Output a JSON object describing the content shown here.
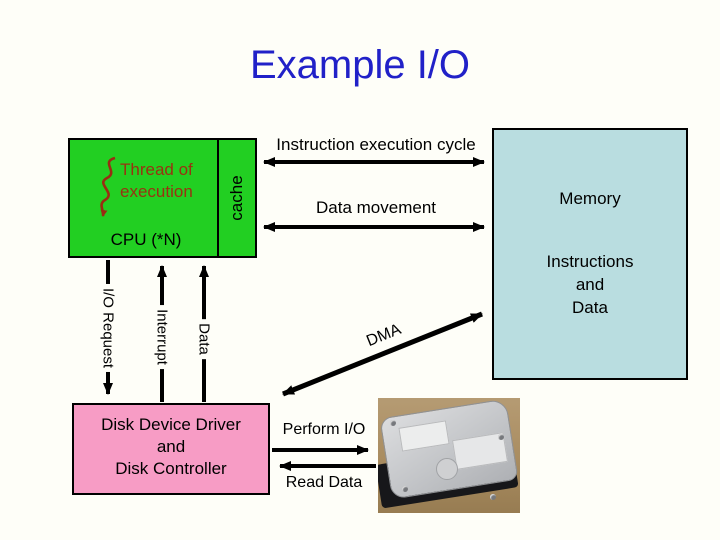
{
  "slide": {
    "title": "Example I/O"
  },
  "colors": {
    "slide_bg": "#FEFEF8",
    "title_blue": "#2121C8",
    "cpu_green": "#22CF22",
    "memory_blue": "#B9DDE0",
    "driver_pink": "#F79CC5",
    "thread_red": "#993311",
    "arrow_black": "#000000"
  },
  "cpu": {
    "thread_label": "Thread of\nexecution",
    "cache_label": "cache",
    "cpu_label": "CPU (*N)"
  },
  "memory": {
    "title": "Memory",
    "contents": "Instructions\nand\nData"
  },
  "driver": {
    "text": "Disk Device Driver\nand\nDisk Controller"
  },
  "labels": {
    "instruction_cycle": "Instruction execution cycle",
    "data_movement": "Data movement",
    "io_request": "I/O Request",
    "interrupt": "Interrupt",
    "data": "Data",
    "dma": "DMA",
    "perform_io": "Perform I/O",
    "read_data": "Read Data"
  }
}
